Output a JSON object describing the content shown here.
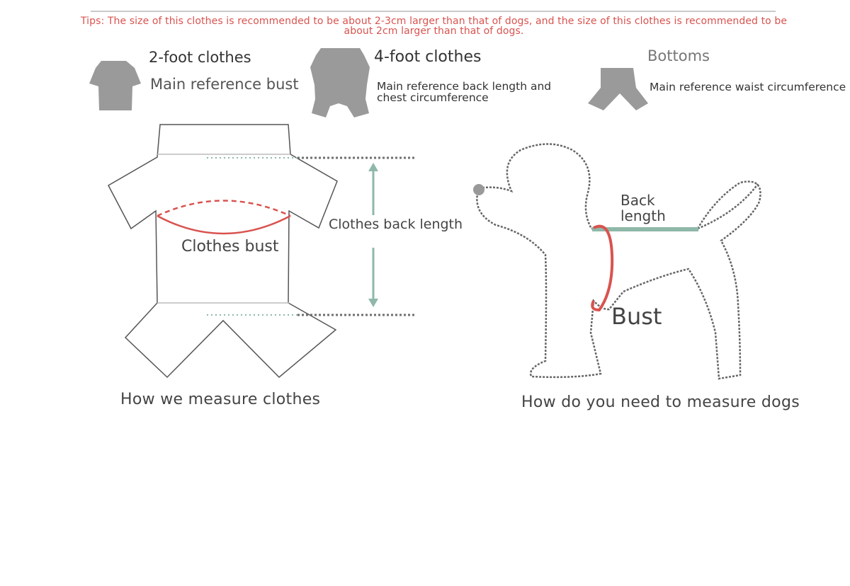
{
  "tips": "Tips: The size of this clothes is recommended to be about 2-3cm larger than that of dogs, and the size of this clothes is recommended to be about 2cm larger than that of dogs.",
  "types": [
    {
      "title": "2-foot clothes",
      "desc": "Main reference bust",
      "icon": "two-leg-shirt-icon"
    },
    {
      "title": "4-foot clothes",
      "desc": "Main reference back length and chest circumference",
      "icon": "four-leg-suit-icon"
    },
    {
      "title": "Bottoms",
      "desc": "Main reference waist circumference",
      "icon": "pants-icon"
    }
  ],
  "clothes": {
    "back_length_label": "Clothes back length",
    "bust_label": "Clothes bust",
    "caption": "How we measure clothes"
  },
  "dog": {
    "back_length_label": "Back length",
    "bust_label": "Bust",
    "caption": "How do you need to measure dogs"
  },
  "colors": {
    "tips": "#d9534f",
    "bust": "#d9534f",
    "arrow": "#8fb8a8",
    "icon": "#999999",
    "outline": "#555555"
  }
}
